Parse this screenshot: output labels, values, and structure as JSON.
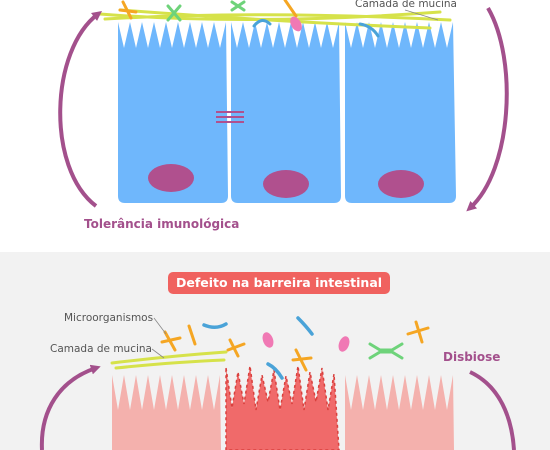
{
  "top_panel": {
    "mucin_label": "Camada de mucina",
    "tolerance_label": "Tolerância imunológica"
  },
  "bottom_panel": {
    "title": "Defeito na barreira intestinal",
    "microorganisms_label": "Microorganismos",
    "mucin_label": "Camada de mucina",
    "dysbiosis_label": "Disbiose"
  },
  "colors": {
    "healthy_cell": "#6fb7fc",
    "nucleus": "#b0508e",
    "mucin": "#d6e24a",
    "damaged_cell": "#f06a6a",
    "normal_cell_bottom": "#f4b1ad",
    "arrow": "#a3508c",
    "title_pill": "#f0625f"
  }
}
